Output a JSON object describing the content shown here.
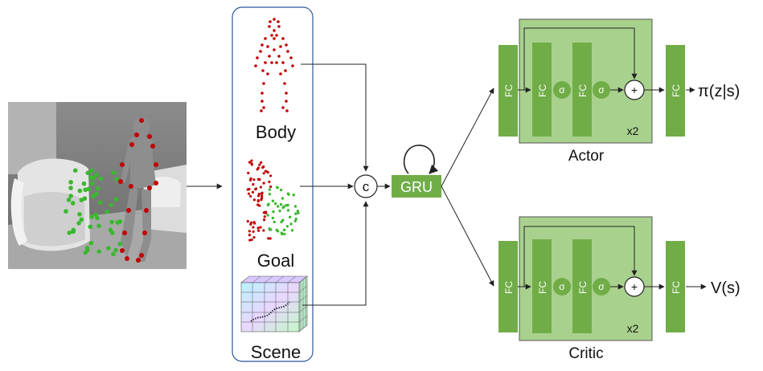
{
  "inputs": {
    "body": "Body",
    "goal": "Goal",
    "scene": "Scene"
  },
  "concat_symbol": "c",
  "gru": "GRU",
  "actor": {
    "name": "Actor",
    "repeat": "x2",
    "output": "π(z|s)"
  },
  "critic": {
    "name": "Critic",
    "repeat": "x2",
    "output": "V(s)"
  },
  "layers": {
    "fc": "FC",
    "sigma": "σ",
    "plus": "+"
  },
  "colors": {
    "green_dark": "#70ad47",
    "green_light": "#a9d18e",
    "red_points": "#c00000",
    "green_points": "#3ab82e",
    "panel_border": "#2f5597"
  }
}
